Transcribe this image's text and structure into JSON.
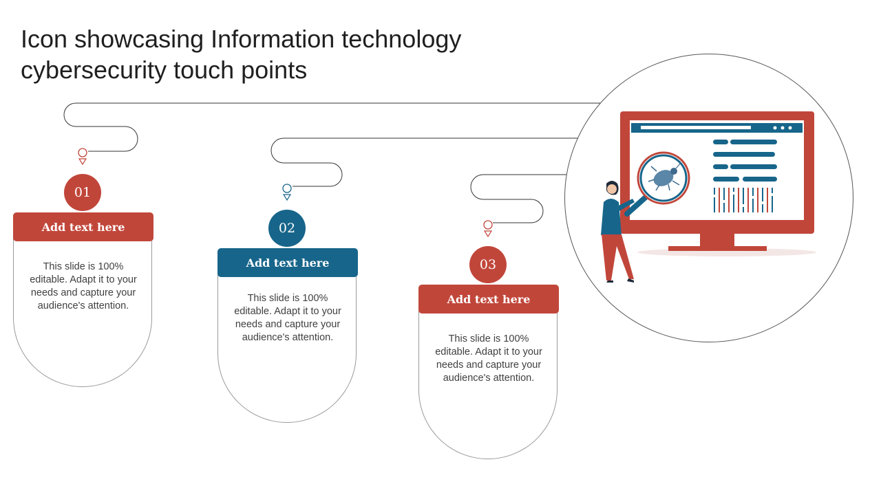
{
  "title": {
    "line1": "Icon showcasing Information technology",
    "line2": "cybersecurity touch points"
  },
  "colors": {
    "red": "#c1463a",
    "blue": "#17658a",
    "text": "#404040"
  },
  "steps": [
    {
      "number": "01",
      "heading": "Add text here",
      "body": "This slide is 100% editable. Adapt it to your needs and capture your audience's attention.",
      "color": "red"
    },
    {
      "number": "02",
      "heading": "Add text here",
      "body": "This slide is 100% editable. Adapt it to your needs and capture your audience's attention.",
      "color": "blue"
    },
    {
      "number": "03",
      "heading": "Add text here",
      "body": "This slide is 100% editable. Adapt it to your needs and capture your audience's attention.",
      "color": "red"
    }
  ],
  "illustration": {
    "icon": "monitor-bug-inspection-icon"
  }
}
